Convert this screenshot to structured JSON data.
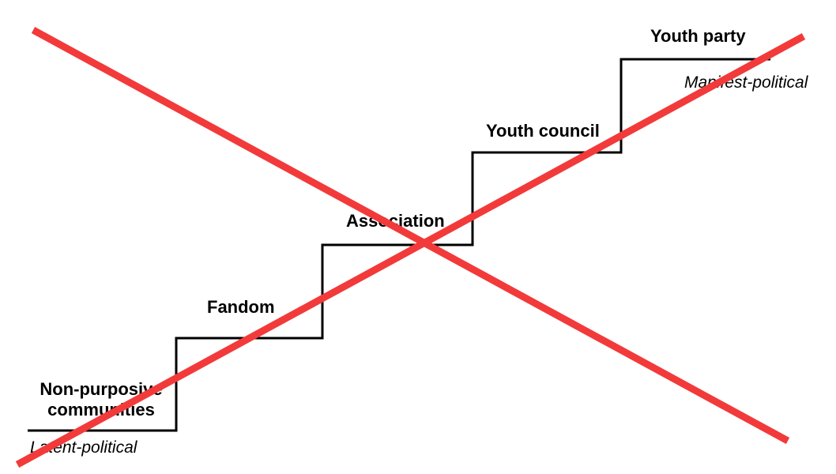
{
  "steps": [
    {
      "id": "non-purposive",
      "line1": "Non-purposive",
      "line2": "communities"
    },
    {
      "id": "fandom",
      "label": "Fandom"
    },
    {
      "id": "association",
      "label": "Association"
    },
    {
      "id": "youth-council",
      "label": "Youth council"
    },
    {
      "id": "youth-party",
      "label": "Youth party"
    }
  ],
  "poles": {
    "low": "Latent-political",
    "high": "Manifest-political"
  },
  "colors": {
    "staircase": "#000000",
    "cross": "#f23a3a"
  }
}
